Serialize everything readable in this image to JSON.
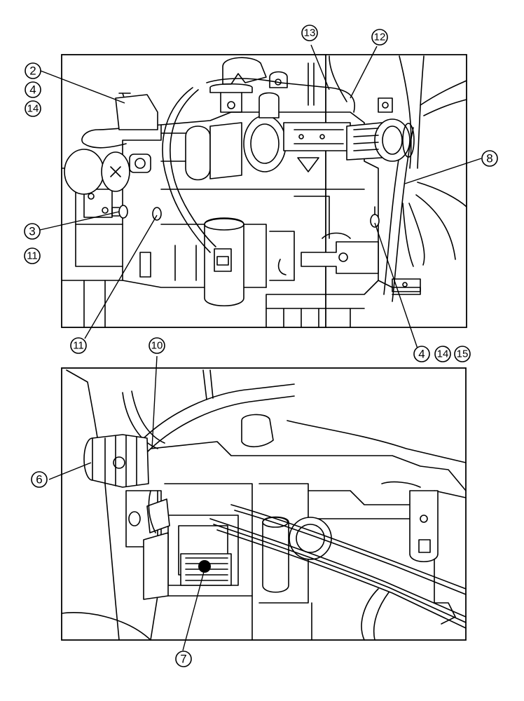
{
  "figure": {
    "panels": [
      {
        "id": "top-panel",
        "view": "engine-right-side"
      },
      {
        "id": "bottom-panel",
        "view": "engine-left-side"
      }
    ],
    "callouts": {
      "c2": "2",
      "c4a": "4",
      "c14a": "14",
      "c3": "3",
      "c11a": "11",
      "c11b": "11",
      "c13": "13",
      "c12": "12",
      "c8": "8",
      "c4b": "4",
      "c14b": "14",
      "c15": "15",
      "c10": "10",
      "c6": "6",
      "c7": "7"
    }
  }
}
